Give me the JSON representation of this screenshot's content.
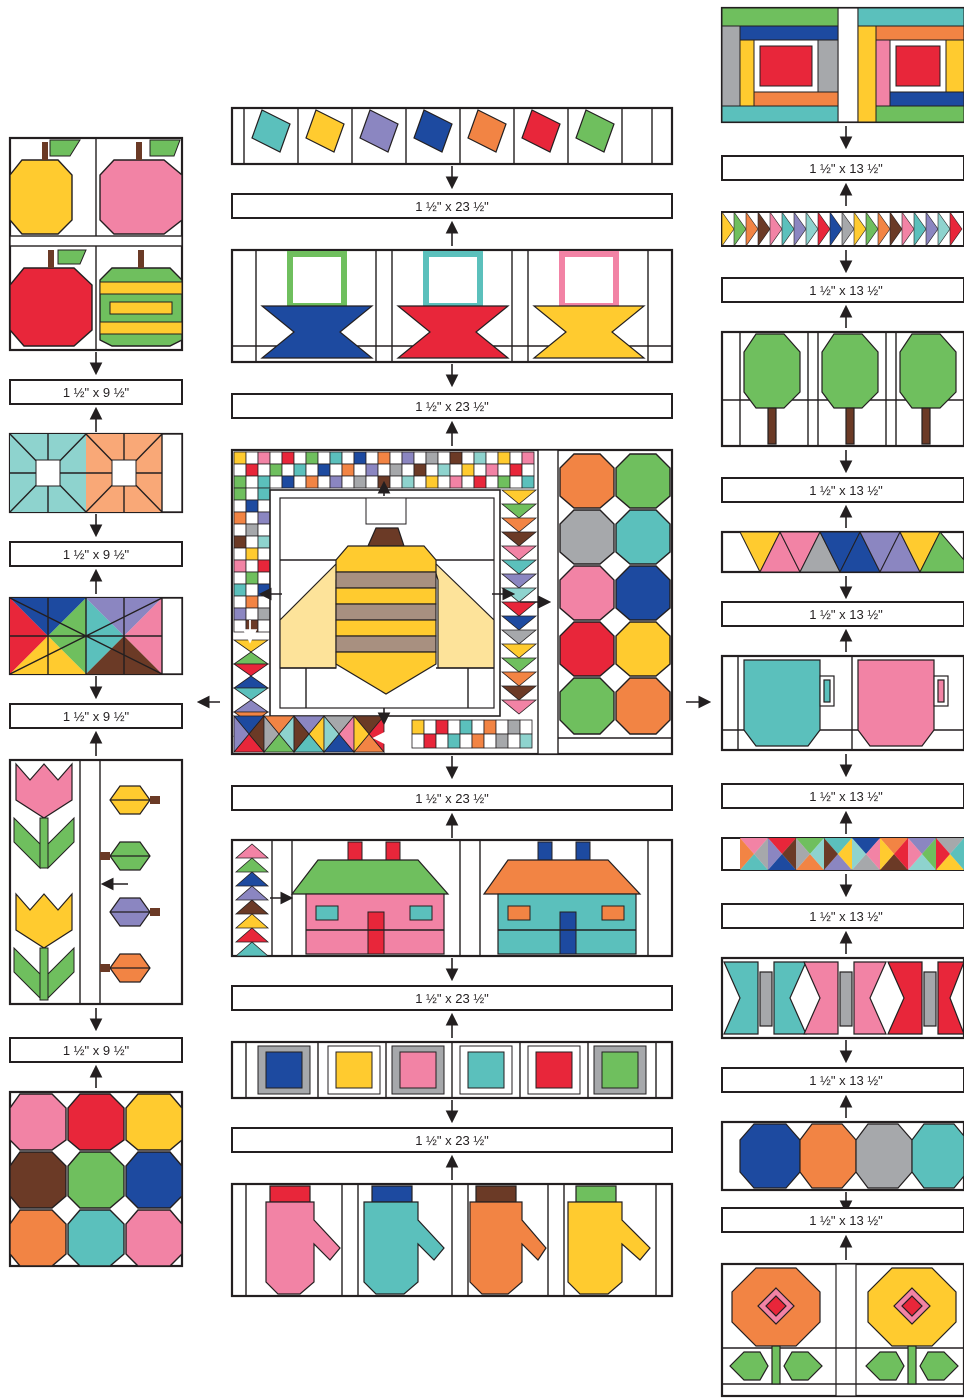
{
  "sashing": {
    "left": "1 ½\" x 9 ½\"",
    "center": "1 ½\" x 23 ½\"",
    "right": "1 ½\" x 13 ½\""
  },
  "colors": {
    "outline": "#231f20",
    "yellow": "#ffcb2f",
    "pink": "#f283a5",
    "red": "#e8263a",
    "green": "#6fbf5e",
    "teal": "#5bc0bc",
    "blue": "#1d4aa0",
    "orange": "#f28444",
    "purple": "#8b86c1",
    "gray": "#a6a8ab",
    "brown": "#6b3a26",
    "tan": "#a89080",
    "pale_yellow": "#fde39a",
    "peach": "#f9a877",
    "mint": "#8ed3ce"
  }
}
